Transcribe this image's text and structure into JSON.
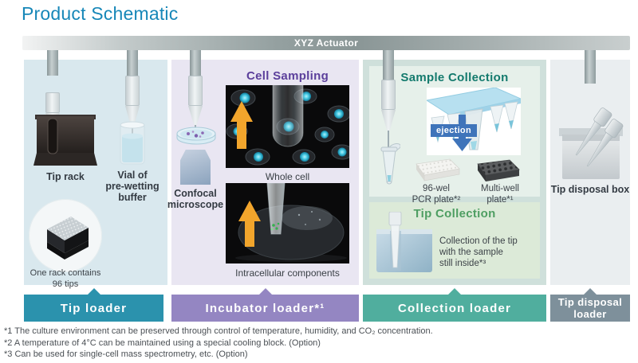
{
  "title": "Product Schematic",
  "actuator_label": "XYZ Actuator",
  "colors": {
    "title_blue": "#1787b8",
    "tip_loader_banner": "#2b92ad",
    "incubator_banner": "#9486c2",
    "collection_banner": "#50ae9e",
    "disposal_banner": "#7e909b"
  },
  "tip_loader": {
    "banner": "Tip loader",
    "tip_rack_label": "Tip rack",
    "vial_label": "Vial of\npre-wetting\nbuffer",
    "rack_note": "One rack contains\n96 tips"
  },
  "incubator_loader": {
    "banner": "Incubator loader*¹",
    "section_title": "Cell Sampling",
    "confocal_label": "Confocal\nmicroscope",
    "whole_cell_caption": "Whole cell",
    "intracellular_caption": "Intracellular components"
  },
  "collection_loader": {
    "banner": "Collection loader",
    "sample_collection_title": "Sample Collection",
    "ejection_label": "ejection",
    "pcr_plate_label": "96-wel\nPCR plate*²",
    "multiwell_plate_label": "Multi-well\nplate*¹",
    "tip_collection_title": "Tip Collection",
    "tip_collection_note": "Collection of the tip\nwith the sample\nstill inside*³"
  },
  "tip_disposal": {
    "banner": "Tip disposal\nloader",
    "box_label": "Tip disposal box"
  },
  "footnotes": [
    "*1 The culture environment can be preserved through control of temperature, humidity, and CO₂ concentration.",
    "*2 A temperature of 4°C can be maintained using a special cooling block. (Option)",
    "*3 Can be used for single-cell mass spectrometry, etc. (Option)"
  ]
}
